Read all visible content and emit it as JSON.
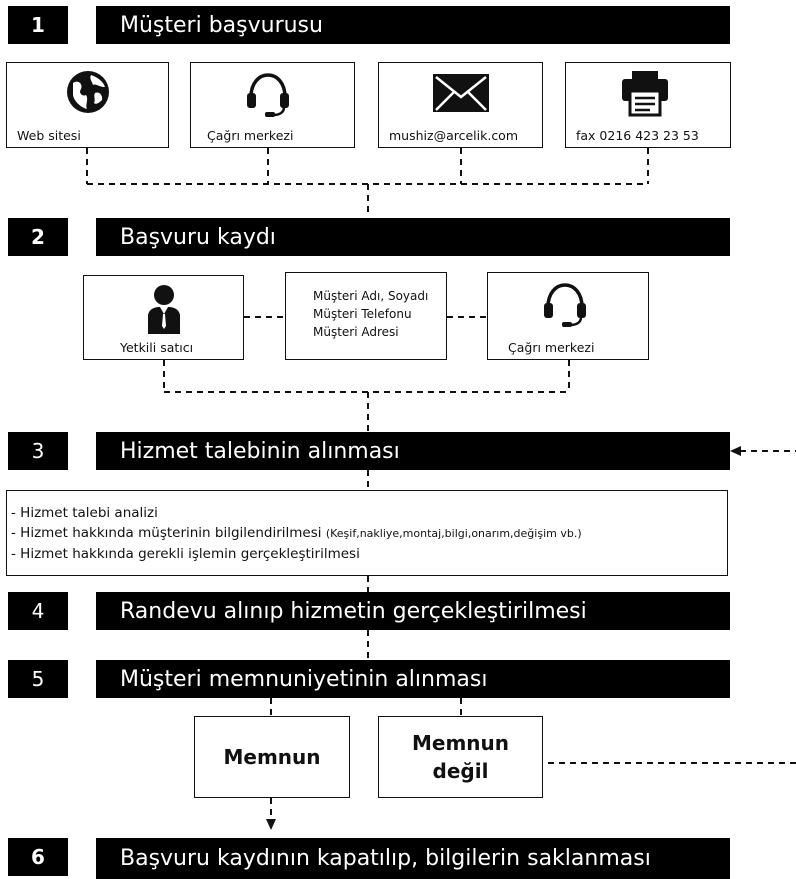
{
  "steps": [
    {
      "num": "1",
      "title": "Müşteri başvurusu"
    },
    {
      "num": "2",
      "title": "Başvuru kaydı"
    },
    {
      "num": "3",
      "title": "Hizmet talebinin alınması"
    },
    {
      "num": "4",
      "title": "Randevu alınıp hizmetin gerçekleştirilmesi"
    },
    {
      "num": "5",
      "title": "Müşteri memnuniyetinin alınması"
    },
    {
      "num": "6",
      "title": "Başvuru kaydının kapatılıp, bilgilerin saklanması"
    }
  ],
  "channels": [
    {
      "label": "Web sitesi",
      "icon": "globe-icon"
    },
    {
      "label": "Çağrı merkezi",
      "icon": "headset-icon"
    },
    {
      "label": "mushiz@arcelik.com",
      "icon": "envelope-icon"
    },
    {
      "label": "fax 0216 423 23 53",
      "icon": "fax-icon"
    }
  ],
  "registration": {
    "left": {
      "label": "Yetkili satıcı",
      "icon": "person-icon"
    },
    "center": [
      "Müşteri Adı, Soyadı",
      "Müşteri Telefonu",
      "Müşteri Adresi"
    ],
    "right": {
      "label": "Çağrı merkezi",
      "icon": "headset-icon"
    }
  },
  "request_items": [
    {
      "dash": "- ",
      "text": "Hizmet talebi analizi",
      "note": ""
    },
    {
      "dash": "- ",
      "text": "Hizmet hakkında müşterinin bilgilendirilmesi ",
      "note": "(Keşif,nakliye,montaj,bilgi,onarım,değişim vb.)"
    },
    {
      "dash": "- ",
      "text": "Hizmet hakkında gerekli işlemin gerçekleştirilmesi",
      "note": ""
    }
  ],
  "satisfaction": {
    "satisfied": "Memnun",
    "not_satisfied_line1": "Memnun",
    "not_satisfied_line2": "değil"
  },
  "colors": {
    "bar": "#000000",
    "text_on_bar": "#ffffff",
    "line": "#111111"
  }
}
